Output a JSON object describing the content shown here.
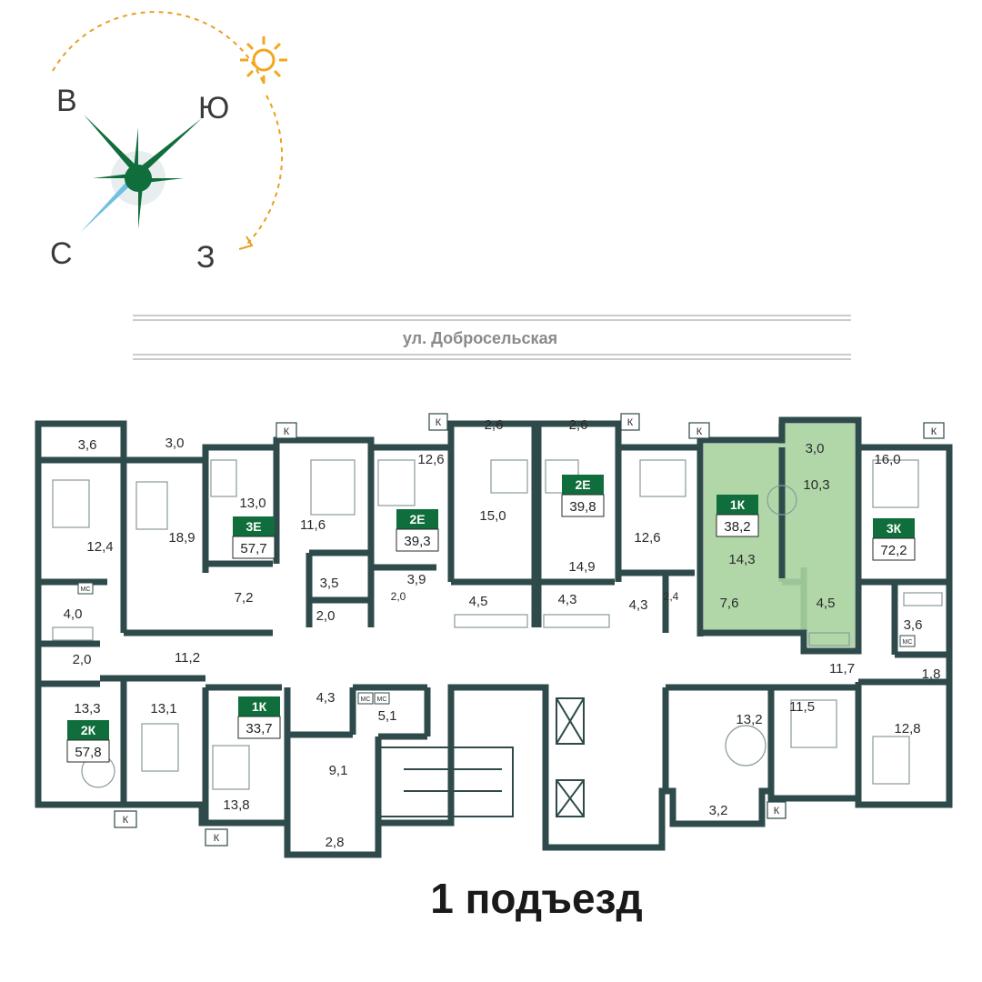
{
  "colors": {
    "wall": "#2f4a4a",
    "accent_green": "#0f6e3b",
    "highlight_fill": "#a9d3a0",
    "sun": "#f2a71c",
    "arc": "#e8a020",
    "street_text": "#8a8a8a"
  },
  "compass": {
    "north": "С",
    "east": "В",
    "south": "Ю",
    "west": "З"
  },
  "street": "ул. Добросельская",
  "entrance_label": "1 подъезд",
  "marker_k": "К",
  "marker_mc": "МС",
  "apartments": [
    {
      "code": "3Е",
      "area": "57,7"
    },
    {
      "code": "2Е",
      "area": "39,3"
    },
    {
      "code": "2Е",
      "area": "39,8"
    },
    {
      "code": "1К",
      "area": "38,2"
    },
    {
      "code": "3К",
      "area": "72,2"
    },
    {
      "code": "2К",
      "area": "57,8"
    },
    {
      "code": "1К",
      "area": "33,7"
    }
  ],
  "rooms": [
    "3,6",
    "3,0",
    "12,4",
    "18,9",
    "13,0",
    "11,6",
    "12,6",
    "2,6",
    "15,0",
    "2,6",
    "12,6",
    "3,0",
    "10,3",
    "16,0",
    "4,0",
    "7,2",
    "3,5",
    "2,0",
    "3,9",
    "4,5",
    "14,9",
    "4,3",
    "4,3",
    "2,4",
    "14,3",
    "7,6",
    "4,5",
    "3,6",
    "2,0",
    "11,2",
    "2,0",
    "1,8",
    "11,7",
    "13,3",
    "13,1",
    "4,3",
    "5,1",
    "9,1",
    "13,2",
    "11,5",
    "12,8",
    "13,8",
    "2,8",
    "3,2"
  ]
}
